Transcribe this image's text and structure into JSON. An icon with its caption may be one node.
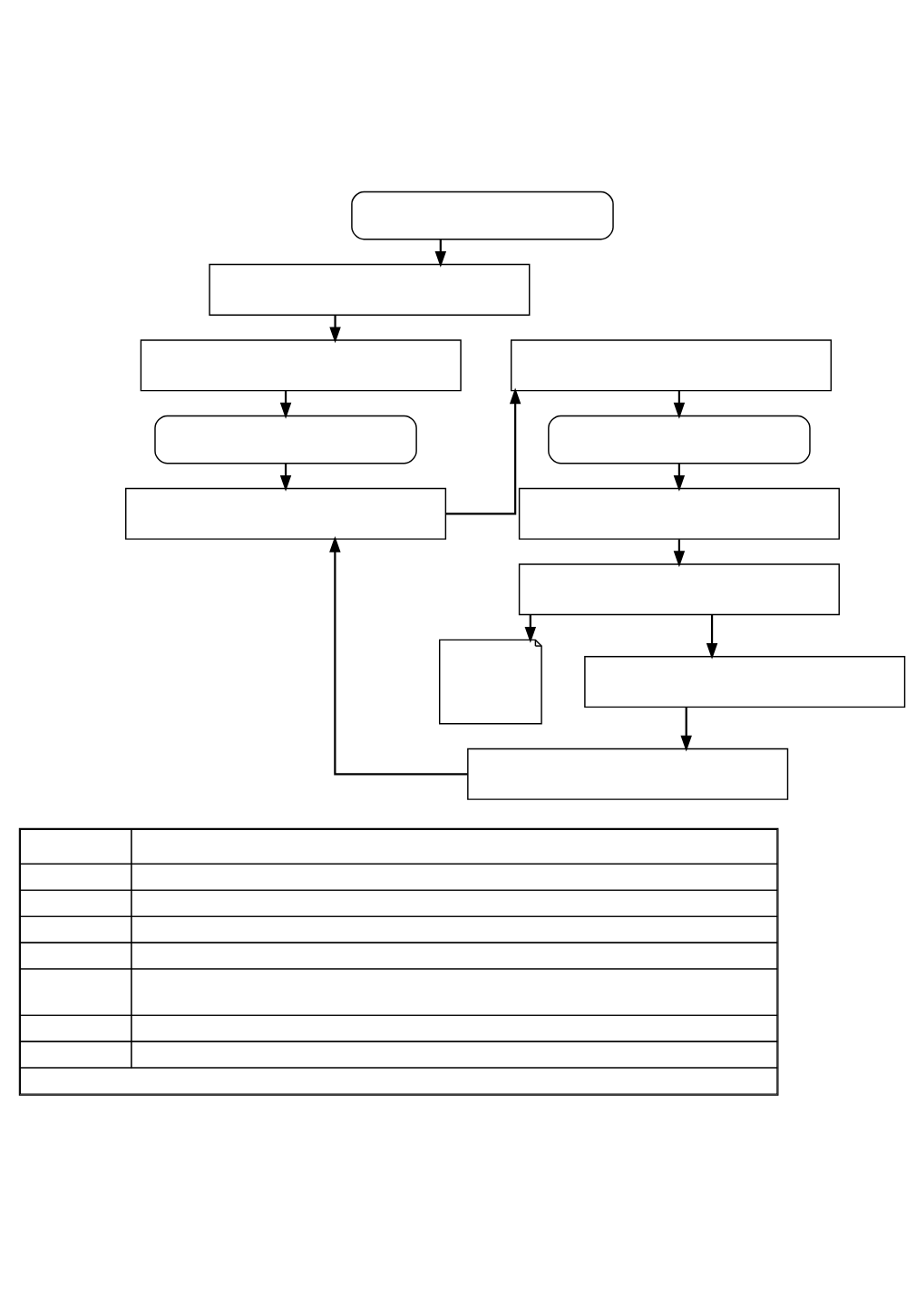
{
  "diagram": {
    "nodes": [
      {
        "text": [],
        "shape": "stadium"
      },
      {
        "text": [],
        "shape": "box"
      },
      {
        "text": [],
        "shape": "box"
      },
      {
        "text": [],
        "shape": "stadium"
      },
      {
        "text": [],
        "shape": "box"
      },
      {
        "text": [],
        "shape": "box"
      },
      {
        "text": [],
        "shape": "stadium"
      },
      {
        "text": [],
        "shape": "box"
      },
      {
        "text": [],
        "shape": "box"
      },
      {
        "text": [],
        "shape": "note"
      },
      {
        "text": [],
        "shape": "box"
      },
      {
        "text": [],
        "shape": "box"
      },
      {
        "text": [],
        "shape": "table"
      }
    ],
    "edges": [
      {
        "from": 0,
        "to": 1,
        "arrow": "to"
      },
      {
        "from": 1,
        "to": 2,
        "arrow": "to"
      },
      {
        "from": 2,
        "to": 3,
        "arrow": "to"
      },
      {
        "from": 3,
        "to": 4,
        "arrow": "to"
      },
      {
        "from": 4,
        "to": 5,
        "arrow": "to"
      },
      {
        "from": 5,
        "to": 6,
        "arrow": "to"
      },
      {
        "from": 6,
        "to": 7,
        "arrow": "to"
      },
      {
        "from": 7,
        "to": 8,
        "arrow": "to"
      },
      {
        "from": 8,
        "to": 9,
        "arrow": "to"
      },
      {
        "from": 8,
        "to": 10,
        "arrow": "to"
      },
      {
        "from": 10,
        "to": 11,
        "arrow": "to"
      },
      {
        "from": 11,
        "to": 4,
        "arrow": "to"
      }
    ]
  }
}
